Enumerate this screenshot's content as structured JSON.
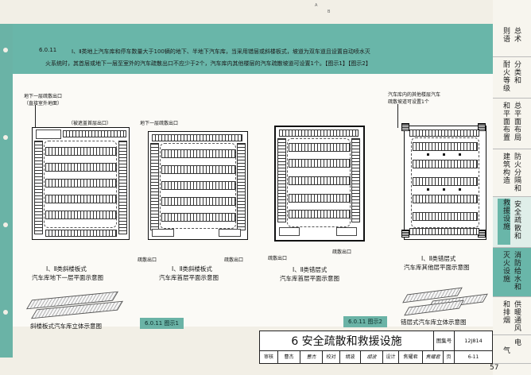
{
  "clause": {
    "number": "6.0.11",
    "text_line1": "Ⅰ、Ⅱ类地上汽车库和停车数量大于100辆的地下、半地下汽车库，当采用错层或斜楼板式，坡道为双车道且设置自动喷水灭",
    "text_line2": "火系统时，其首层或地下一层至室外的汽车疏散出口不应少于2个，汽车库内其他楼层的汽车疏散坡道可设置1个。【图示1】【图示2】"
  },
  "drawings": {
    "d1": {
      "label_exit": "地下一层疏散出口",
      "label_exit_sub": "（直接室外地面）",
      "label_ramp": "（被遮盖首层出口）",
      "caption_line1": "Ⅰ、Ⅱ类斜楼板式",
      "caption_line2": "汽车库地下一层平面示意图",
      "iso_caption": "斜楼板式汽车库立体示意图"
    },
    "d2": {
      "label_exit": "地下一层疏散出口",
      "label_exit_left": "疏散出口",
      "label_exit_right": "疏散出口",
      "caption_line1": "Ⅰ、Ⅱ类斜楼板式",
      "caption_line2": "汽车库首层平面示意图"
    },
    "fig_tag_1": "6.0.11 图示1",
    "d3": {
      "label_exit": "疏散出口",
      "label_exit_right": "疏散出口",
      "caption_line1": "Ⅰ、Ⅱ类错层式",
      "caption_line2": "汽车库首层平面示意图"
    },
    "d4": {
      "label_top1": "汽车库内的其他楼层汽车",
      "label_top2": "疏散坡道可设置1个",
      "caption_line1": "Ⅰ、Ⅱ类错层式",
      "caption_line2": "汽车库其他层平面示意图",
      "iso_caption": "错层式汽车库立体示意图"
    },
    "fig_tag_2": "6.0.11 图示2"
  },
  "side_nav": [
    {
      "col1": "总术",
      "col2": "则语"
    },
    {
      "col1": "分类和",
      "col2": "耐火等级"
    },
    {
      "col1": "总平面布局",
      "col2": "和平面布置"
    },
    {
      "col1": "防火分隔和",
      "col2": "建筑构造"
    },
    {
      "col1": "安全疏散和",
      "col2": "救援设施"
    },
    {
      "col1": "消防给水和",
      "col2": "灭火设施"
    },
    {
      "col1": "供暖通风",
      "col2": "和排烟"
    },
    {
      "col1": "电",
      "col2": "气"
    }
  ],
  "title_block": {
    "title": "6 安全疏散和救援设施",
    "atlas_label": "图集号",
    "atlas_no": "12J814",
    "page_label": "页",
    "page_no": "6-11",
    "review_label": "审核",
    "review_name": "曹杰",
    "check_label": "校对",
    "check_name": "胡波",
    "design_label": "设计",
    "design_name": "焦耀君"
  },
  "margin_marks": [
    "A",
    "B"
  ],
  "page_number": "57"
}
